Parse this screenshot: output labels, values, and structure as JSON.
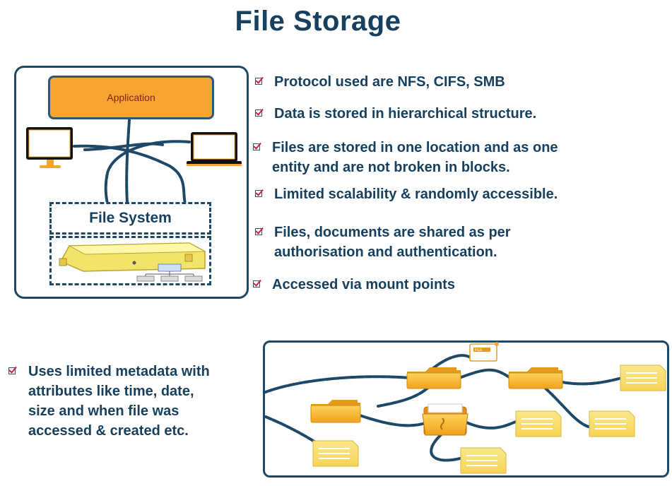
{
  "title": "File Storage",
  "diagram": {
    "application_label": "Application",
    "file_system_label": "File System",
    "file_badge": "FILE",
    "icons": [
      "desktop-monitor-icon",
      "laptop-icon",
      "server-icon",
      "folder-icon",
      "document-icon"
    ]
  },
  "bullets": [
    {
      "lines": [
        "Protocol used are NFS, CIFS, SMB"
      ]
    },
    {
      "lines": [
        "Data is stored in hierarchical structure."
      ]
    },
    {
      "lines": [
        "Files are stored in one location and as one",
        "entity and are not broken in blocks."
      ]
    },
    {
      "lines": [
        "Limited scalability & randomly accessible."
      ]
    },
    {
      "lines": [
        "Files, documents are shared as per",
        "authorisation and authentication."
      ]
    },
    {
      "lines": [
        "Accessed via mount points"
      ]
    }
  ],
  "metadata_bullet": {
    "lines": [
      "Uses limited metadata with",
      "attributes like time, date,",
      "size and when file was",
      "accessed & created etc."
    ]
  },
  "colors": {
    "navy": "#17405f",
    "orange": "#f6a531",
    "folder": "#f7b733",
    "document": "#f9e27a",
    "check": "#d21f3c"
  }
}
